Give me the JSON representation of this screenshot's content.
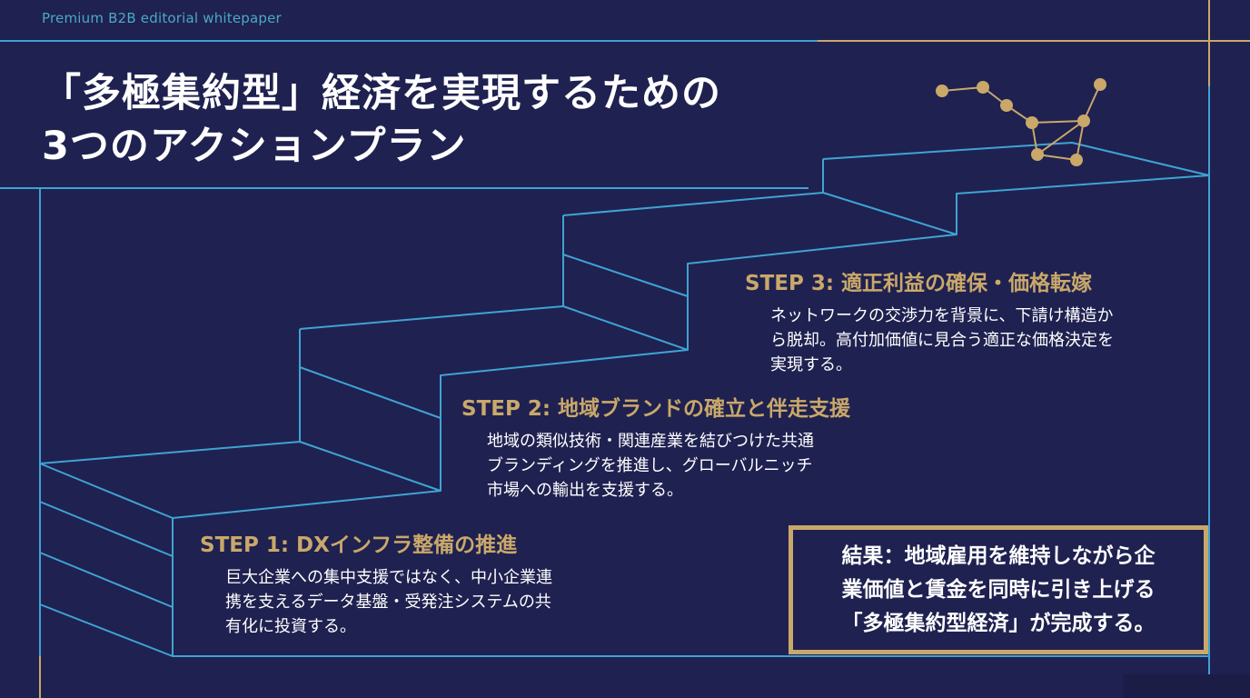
{
  "header": {
    "kicker": "Premium B2B editorial whitepaper",
    "title_line1": "「多極集約型」経済を実現するための",
    "title_line2": "3つのアクションプラン"
  },
  "steps": [
    {
      "title": "STEP 1: DXインフラ整備の推進",
      "lines": [
        "巨大企業への集中支援ではなく、中小企業連",
        "携を支えるデータ基盤・受発注システムの共",
        "有化に投資する。"
      ]
    },
    {
      "title": "STEP 2: 地域ブランドの確立と伴走支援",
      "lines": [
        "地域の類似技術・関連産業を結びつけた共通",
        "ブランディングを推進し、グローバルニッチ",
        "市場への輸出を支援する。"
      ]
    },
    {
      "title": "STEP 3: 適正利益の確保・価格転嫁",
      "lines": [
        "ネットワークの交渉力を背景に、下請け構造か",
        "ら脱却。高付加価値に見合う適正な価格決定を",
        "実現する。"
      ]
    }
  ],
  "result": {
    "lines": [
      "結果：地域雇用を維持しながら企",
      "業価値と賃金を同時に引き上げる",
      "「多極集約型経済」が完成する。"
    ]
  },
  "colors": {
    "background": "#1f2150",
    "line_cyan": "#3fa3d3",
    "gold": "#c9a86a",
    "text": "#ffffff"
  },
  "icons": {
    "constellation": "constellation-icon"
  }
}
